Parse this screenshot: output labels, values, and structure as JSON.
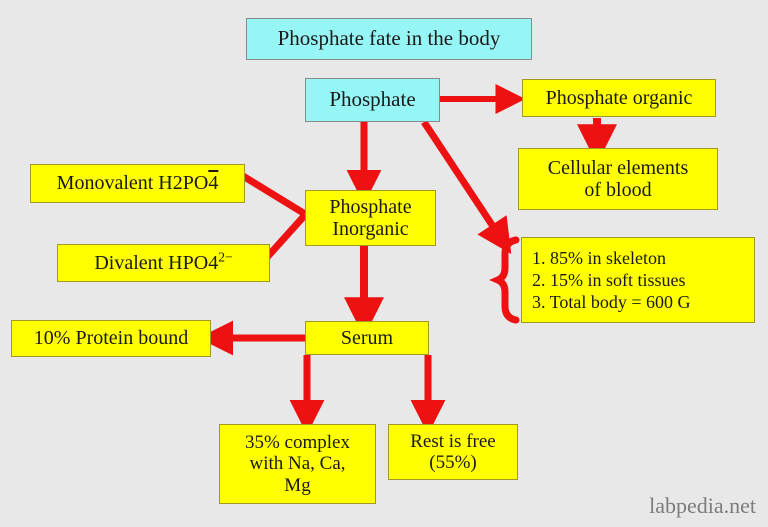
{
  "meta": {
    "background_color": "#e8e8e8",
    "arrow_color": "#ee1111",
    "cyan_color": "#96f5f5",
    "yellow_color": "#ffff00",
    "text_color": "#1a1a1a",
    "watermark_color": "#7c7c7c"
  },
  "title": {
    "label": "Phosphate fate in the body"
  },
  "nodes": {
    "phosphate": {
      "label": "Phosphate"
    },
    "phosphate_organic": {
      "label": "Phosphate organic"
    },
    "cellular_elements": {
      "line1": "Cellular elements",
      "line2": "of blood"
    },
    "monovalent": {
      "prefix": "Monovalent H2PO",
      "base": "4",
      "charge": "−"
    },
    "divalent": {
      "prefix": "Divalent HPO",
      "base": "4",
      "charge": "2−"
    },
    "phosphate_inorganic": {
      "line1": "Phosphate",
      "line2": "Inorganic"
    },
    "distribution": {
      "items": [
        "1. 85% in skeleton",
        "2. 15% in soft tissues",
        "3. Total body = 600 G"
      ]
    },
    "serum": {
      "label": "Serum"
    },
    "protein_bound": {
      "label": "10% Protein bound"
    },
    "complex": {
      "line1": "35% complex",
      "line2": "with Na, Ca,",
      "line3": "Mg"
    },
    "rest_free": {
      "line1": "Rest is free",
      "line2": "(55%)"
    }
  },
  "watermark": {
    "label": "labpedia.net"
  }
}
